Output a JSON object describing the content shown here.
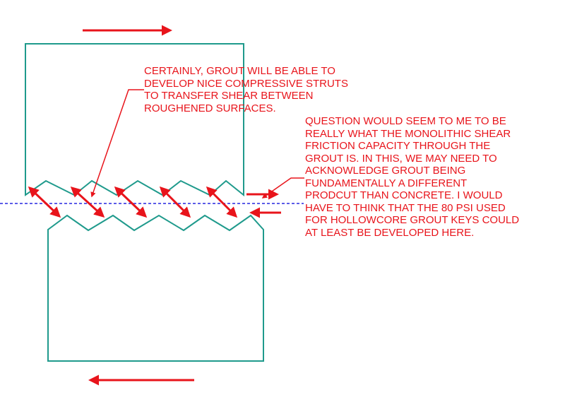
{
  "colors": {
    "outline": "#1f9a8c",
    "annotation": "#e8141b",
    "shear_plane": "#2626e0",
    "background": "#ffffff"
  },
  "annotations": {
    "top_note": [
      "CERTAINLY, GROUT WILL BE ABLE TO",
      "DEVELOP NICE COMPRESSIVE STRUTS",
      "TO TRANSFER SHEAR BETWEEN",
      "ROUGHENED SURFACES."
    ],
    "right_note": [
      "QUESTION WOULD SEEM TO ME TO BE",
      "REALLY WHAT THE MONOLITHIC SHEAR",
      "FRICTION CAPACITY THROUGH THE",
      "GROUT IS.  IN THIS, WE MAY NEED TO",
      "ACKNOWLEDGE GROUT BEING",
      "FUNDAMENTALLY A DIFFERENT",
      "PRODCUT THAN CONCRETE.  I WOULD",
      "HAVE TO THINK THAT THE 80 PSI USED",
      "FOR HOLLOWCORE GROUT KEYS COULD",
      "AT LEAST BE DEVELOPED HERE."
    ]
  },
  "elements": {
    "upper_block_shear_direction": "right",
    "lower_block_shear_direction": "left",
    "compressive_strut_count": 5,
    "shear_plane_style": "dashed"
  }
}
